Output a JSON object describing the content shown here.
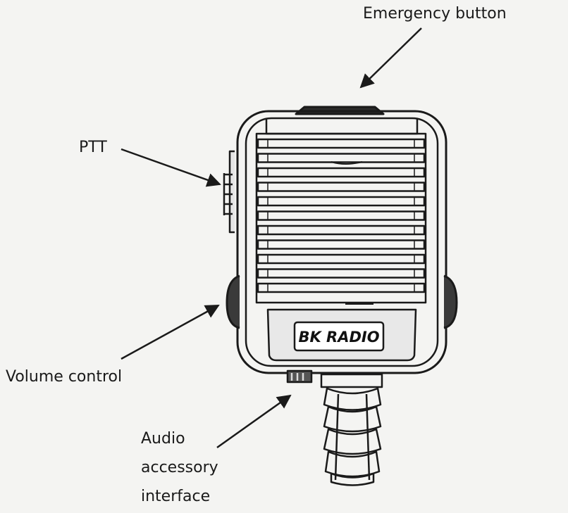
{
  "labels": {
    "emergency": "Emergency button",
    "ptt": "PTT",
    "volume": "Volume control",
    "audio_line1": "Audio",
    "audio_line2": "accessory",
    "audio_line3": "interface"
  },
  "brand": {
    "logo_text": "BK RADIO"
  },
  "colors": {
    "background": "#f4f4f2",
    "ink": "#1a1a1a",
    "label_plate": "#e8e8e8"
  }
}
